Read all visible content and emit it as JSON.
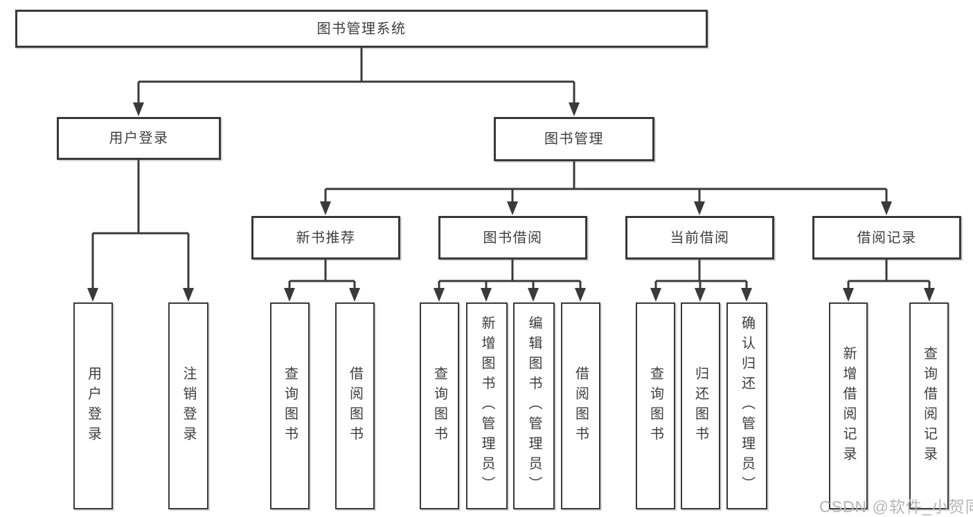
{
  "diagram": {
    "title": "图书管理系统",
    "branches": [
      {
        "label": "用户登录",
        "leaves": [
          "用户登录",
          "注销登录"
        ]
      },
      {
        "label": "图书管理",
        "groups": [
          {
            "label": "新书推荐",
            "leaves": [
              "查询图书",
              "借阅图书"
            ]
          },
          {
            "label": "图书借阅",
            "leaves": [
              "查询图书",
              "新增图书（管理员）",
              "编辑图书（管理员）",
              "借阅图书"
            ]
          },
          {
            "label": "当前借阅",
            "leaves": [
              "查询图书",
              "归还图书",
              "确认归还（管理员）"
            ]
          },
          {
            "label": "借阅记录",
            "leaves": [
              "新增借阅记录",
              "查询借阅记录"
            ]
          }
        ]
      }
    ]
  },
  "watermark": {
    "text": "CSDN @软件_小贺同学"
  },
  "colors": {
    "line": "#3a3a3a",
    "border": "#383838",
    "text": "#3d3d3d",
    "watermark": "#b5b5b5",
    "background": "#ffffff"
  }
}
